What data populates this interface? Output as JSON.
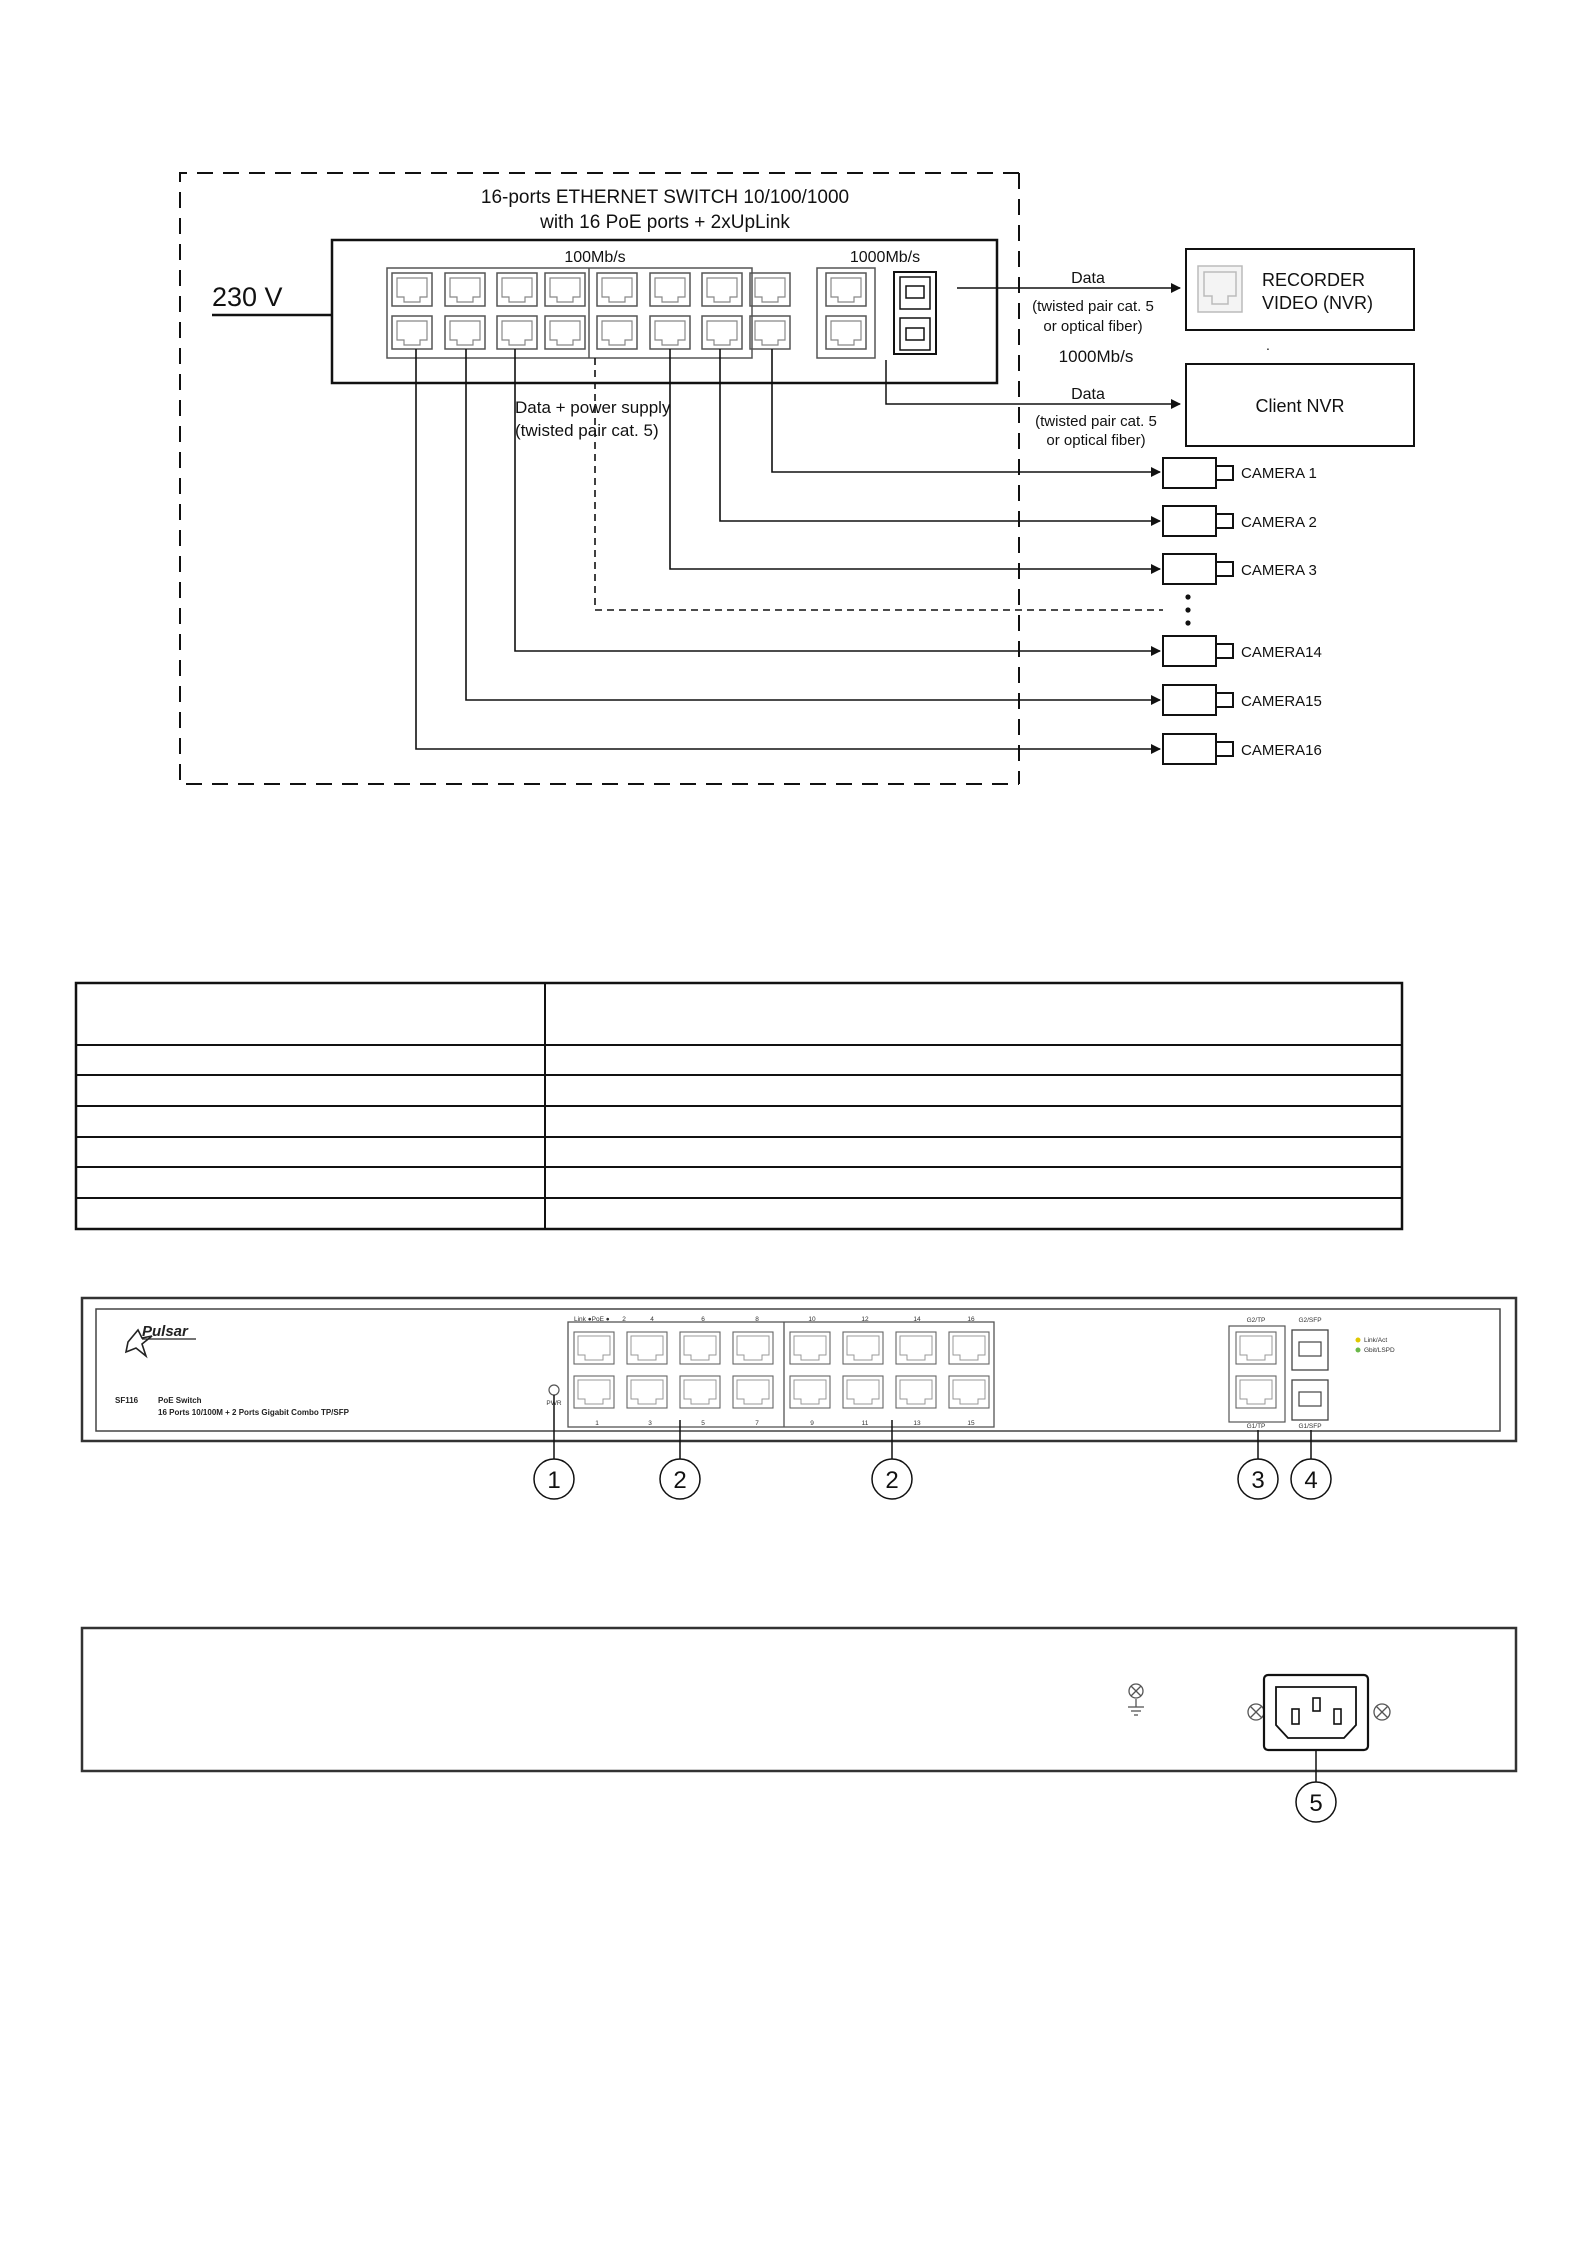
{
  "diagram": {
    "switch_title_line1": "16-ports ETHERNET SWITCH 10/100/1000",
    "switch_title_line2": "with 16 PoE ports + 2xUpLink",
    "voltage_label": "230 V",
    "speed_100": "100Mb/s",
    "speed_1000": "1000Mb/s",
    "uplink_speed_label": "1000Mb/s",
    "data_label_1": "Data",
    "cable_note_1a": "(twisted pair cat. 5",
    "cable_note_1b": "or optical fiber)",
    "data_label_2": "Data",
    "cable_note_2a": "(twisted pair cat. 5",
    "cable_note_2b": "or optical fiber)",
    "recorder_line1": "RECORDER",
    "recorder_line2": "VIDEO (NVR)",
    "client_nvr": "Client NVR",
    "poe_label_line1": "Data + power supply",
    "poe_label_line2": "(twisted pair cat. 5)",
    "cameras": [
      "CAMERA 1",
      "CAMERA 2",
      "CAMERA 3",
      "CAMERA14",
      "CAMERA15",
      "CAMERA16"
    ]
  },
  "table": {
    "rows": 7,
    "columns": 2
  },
  "front_panel": {
    "brand": "Pulsar",
    "model": "SF116",
    "product": "PoE Switch",
    "description": "16 Ports 10/100M + 2 Ports Gigabit Combo TP/SFP",
    "top_port_numbers": [
      "2",
      "4",
      "6",
      "8",
      "10",
      "12",
      "14",
      "16"
    ],
    "bottom_port_numbers": [
      "1",
      "3",
      "5",
      "7",
      "9",
      "11",
      "13",
      "15"
    ],
    "g2tp": "G2/TP",
    "g2sfp": "G2/SFP",
    "g1tp": "G1/TP",
    "g1sfp": "G1/SFP",
    "legend_1": "Link/Act",
    "legend_2": "Gbit/LSPD",
    "power_led": "PWR",
    "port_header_mark": "Link ●PoE ●"
  },
  "callouts": [
    "1",
    "2",
    "2",
    "3",
    "4",
    "5"
  ]
}
